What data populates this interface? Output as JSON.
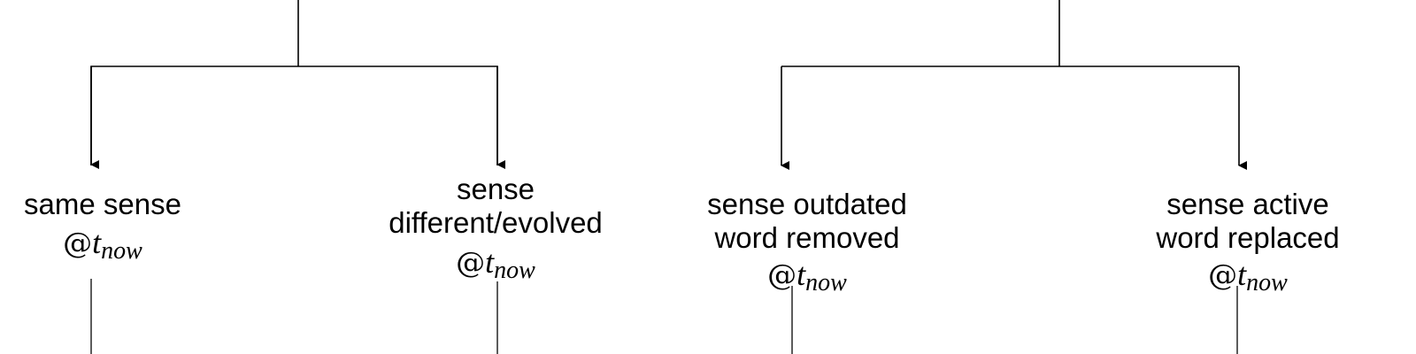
{
  "nodes": [
    {
      "lines": [
        "same sense"
      ],
      "at": "@",
      "var": "t",
      "sub": "now"
    },
    {
      "lines": [
        "sense",
        "different/evolved"
      ],
      "at": "@",
      "var": "t",
      "sub": "now"
    },
    {
      "lines": [
        "sense outdated",
        "word removed"
      ],
      "at": "@",
      "var": "t",
      "sub": "now"
    },
    {
      "lines": [
        "sense active",
        "word replaced"
      ],
      "at": "@",
      "var": "t",
      "sub": "now"
    }
  ]
}
